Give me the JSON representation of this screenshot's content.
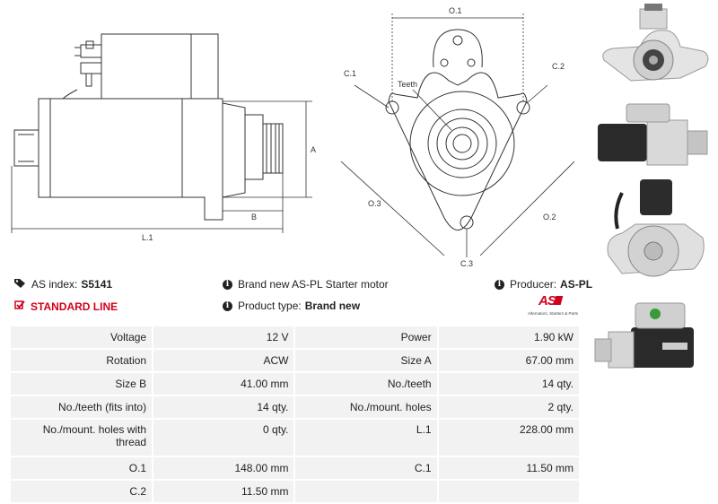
{
  "dimensions": {
    "A": "A",
    "B": "B",
    "L1": "L.1",
    "O1": "O.1",
    "O2": "O.2",
    "O3": "O.3",
    "C1": "C.1",
    "C2": "C.2",
    "C3": "C.3",
    "teeth": "Teeth"
  },
  "info": {
    "as_index_label": "AS index:",
    "as_index_value": "S5141",
    "line_label": "STANDARD LINE",
    "description": "Brand new AS-PL Starter motor",
    "product_type_label": "Product type:",
    "product_type_value": "Brand new",
    "producer_label": "Producer:",
    "producer_value": "AS-PL",
    "logo_tagline": "Alternators, Starters & Parts",
    "logo_text": "AS"
  },
  "specs": {
    "rows": [
      {
        "l1": "Voltage",
        "v1": "12 V",
        "l2": "Power",
        "v2": "1.90 kW"
      },
      {
        "l1": "Rotation",
        "v1": "ACW",
        "l2": "Size A",
        "v2": "67.00 mm"
      },
      {
        "l1": "Size B",
        "v1": "41.00 mm",
        "l2": "No./teeth",
        "v2": "14 qty."
      },
      {
        "l1": "No./teeth (fits into)",
        "v1": "14 qty.",
        "l2": "No./mount. holes",
        "v2": "2 qty."
      },
      {
        "l1": "No./mount. holes with thread",
        "v1": "0 qty.",
        "l2": "L.1",
        "v2": "228.00 mm"
      },
      {
        "l1": "O.1",
        "v1": "148.00 mm",
        "l2": "C.1",
        "v2": "11.50 mm"
      },
      {
        "l1": "C.2",
        "v1": "11.50 mm",
        "l2": "",
        "v2": ""
      }
    ]
  },
  "colors": {
    "accent_red": "#d0021b",
    "cell_bg": "#f2f2f2"
  }
}
